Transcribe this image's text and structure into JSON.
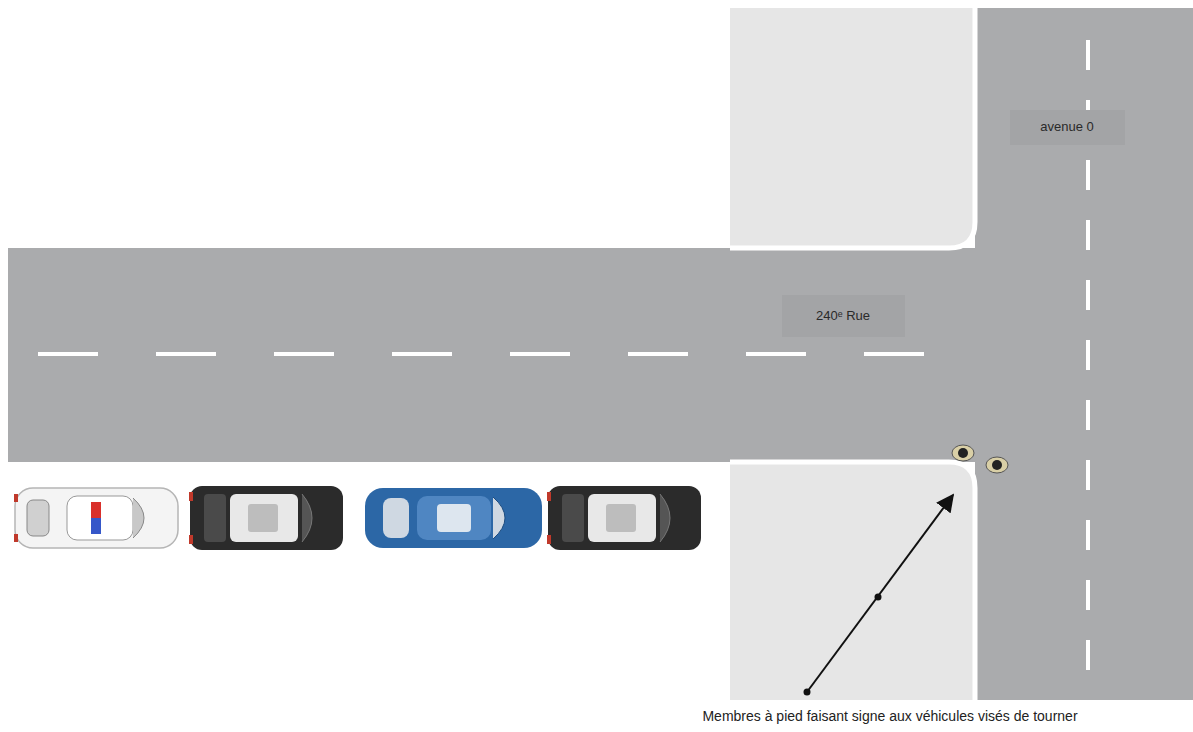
{
  "diagram": {
    "nodes": [
      {
        "text": [
          "avenue 0"
        ]
      },
      {
        "text": [
          "240ᵉ Rue"
        ]
      }
    ],
    "labels": [
      "Membres à pied faisant signe aux véhicules visés de tourner"
    ]
  }
}
